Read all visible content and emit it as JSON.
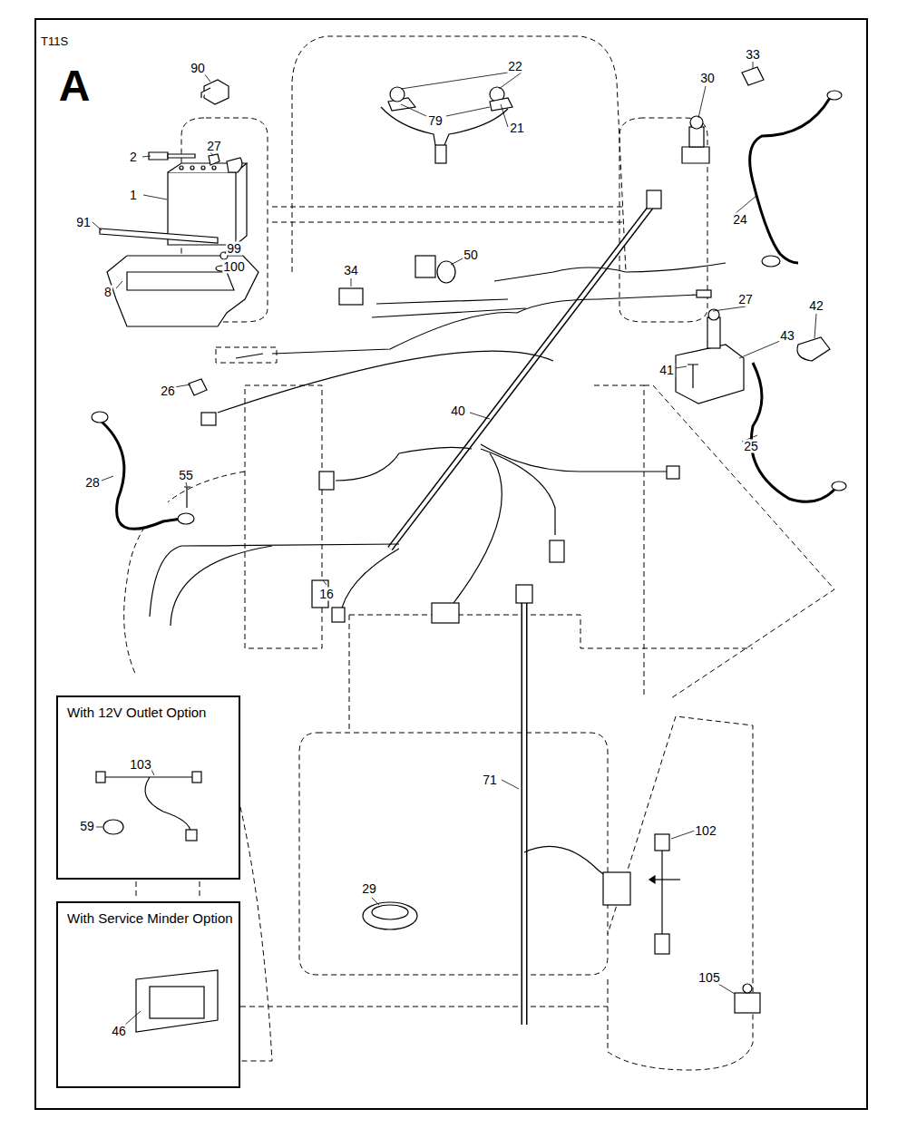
{
  "diagram": {
    "nodes": [
      {
        "text": [
          "With 12V Outlet Option"
        ]
      },
      {
        "text": [
          "With Service Minder Option"
        ]
      }
    ],
    "labels": [
      "T11S",
      "A",
      "90",
      "22",
      "79",
      "21",
      "30",
      "33",
      "2",
      "27",
      "1",
      "91",
      "99",
      "100",
      "8",
      "50",
      "34",
      "24",
      "27",
      "42",
      "43",
      "41",
      "26",
      "40",
      "25",
      "28",
      "55",
      "16",
      "71",
      "29",
      "102",
      "105",
      "103",
      "59",
      "46"
    ]
  }
}
